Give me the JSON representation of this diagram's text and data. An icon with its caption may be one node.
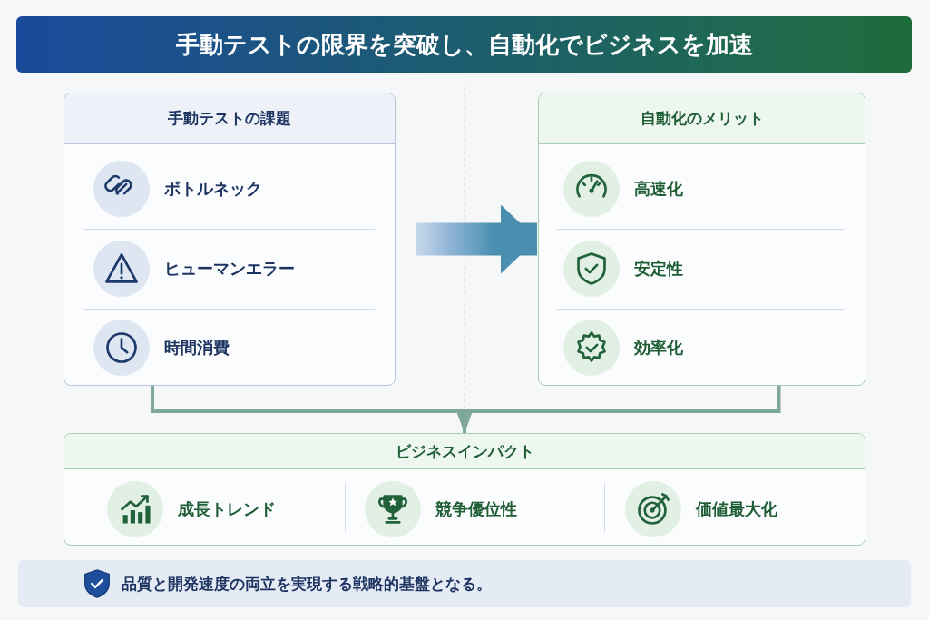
{
  "diagram": {
    "title": "手動テストの限界を突破し、自動化でビジネスを加速",
    "nodes": [
      {
        "text": [
          "手動テストの課題"
        ]
      },
      {
        "text": [
          "ボトルネック"
        ],
        "in": 0
      },
      {
        "text": [
          "ヒューマンエラー"
        ],
        "in": 0
      },
      {
        "text": [
          "時間消費"
        ],
        "in": 0
      },
      {
        "text": [
          "自動化のメリット"
        ]
      },
      {
        "text": [
          "高速化"
        ],
        "in": 4
      },
      {
        "text": [
          "安定性"
        ],
        "in": 4
      },
      {
        "text": [
          "効率化"
        ],
        "in": 4
      },
      {
        "text": [
          "ビジネスインパクト"
        ]
      },
      {
        "text": [
          "成長トレンド"
        ],
        "in": 8
      },
      {
        "text": [
          "競争優位性"
        ],
        "in": 8
      },
      {
        "text": [
          "価値最大化"
        ],
        "in": 8
      },
      {
        "text": [
          "品質と開発速度の両立を実現する戦略的基盤となる。"
        ]
      }
    ],
    "edges": [
      {
        "from": 0,
        "to": 4,
        "arrow": "to",
        "style": "thick"
      },
      {
        "from": 0,
        "to": 8,
        "arrow": "to"
      },
      {
        "from": 4,
        "to": 8,
        "arrow": "to"
      }
    ]
  }
}
